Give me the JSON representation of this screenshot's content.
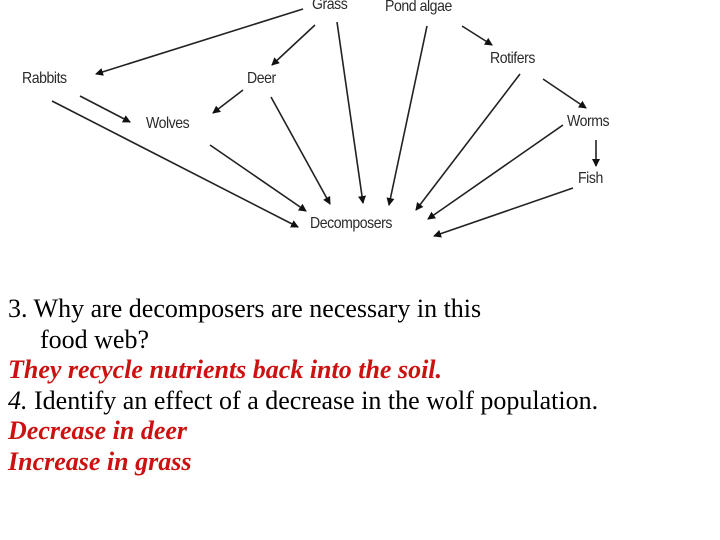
{
  "food_web": {
    "nodes": {
      "grass": "Grass",
      "pond_algae": "Pond algae",
      "rabbits": "Rabbits",
      "deer": "Deer",
      "wolves": "Wolves",
      "rotifers": "Rotifers",
      "worms": "Worms",
      "fish": "Fish",
      "decomposers": "Decomposers"
    },
    "edges": [
      [
        "Grass",
        "Rabbits"
      ],
      [
        "Grass",
        "Deer"
      ],
      [
        "Grass",
        "Decomposers"
      ],
      [
        "Pond algae",
        "Rotifers"
      ],
      [
        "Pond algae",
        "Decomposers"
      ],
      [
        "Rabbits",
        "Wolves"
      ],
      [
        "Rabbits",
        "Decomposers"
      ],
      [
        "Deer",
        "Wolves"
      ],
      [
        "Deer",
        "Decomposers"
      ],
      [
        "Wolves",
        "Decomposers"
      ],
      [
        "Rotifers",
        "Worms"
      ],
      [
        "Rotifers",
        "Decomposers"
      ],
      [
        "Worms",
        "Fish"
      ],
      [
        "Worms",
        "Decomposers"
      ],
      [
        "Fish",
        "Decomposers"
      ]
    ]
  },
  "questions": {
    "q3": {
      "line1": "3. Why are decomposers are necessary in this",
      "line2": "food web?",
      "answer": "They recycle nutrients back into the soil."
    },
    "q4": {
      "number": "4.",
      "text": " Identify an effect of a decrease in the wolf population.",
      "answers": [
        "Decrease in deer",
        "Increase in grass"
      ]
    }
  },
  "colors": {
    "answer": "#cc1111",
    "question": "#000000",
    "diagram_text": "#2a2a2a"
  }
}
